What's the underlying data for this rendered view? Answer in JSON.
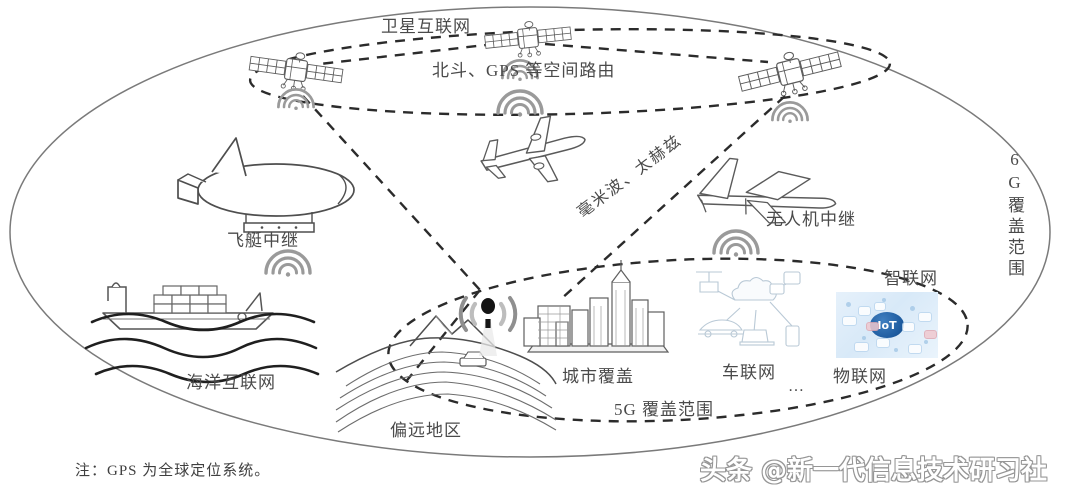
{
  "figure": {
    "title_implied": "6G 空天地海一体化网络覆盖示意图",
    "background": "#ffffff",
    "line_color": "#6f6f6f",
    "dash_color": "#2b2b2b",
    "accent_blue": "#1d5a9e",
    "panel_blue": "#dceaf8"
  },
  "labels": {
    "satellite_internet": "卫星互联网",
    "space_routing": "北斗、GPS 等空间路由",
    "mmwave_terahertz": "毫米波、太赫兹",
    "airship_relay": "飞艇中继",
    "uav_relay": "无人机中继",
    "ocean_internet": "海洋互联网",
    "remote_area": "偏远地区",
    "urban_coverage": "城市覆盖",
    "vehicle_network": "车联网",
    "iot_network": "物联网",
    "intelligent_network": "智联网",
    "ellipsis": "…",
    "coverage_5g": "5G 覆盖范围",
    "coverage_6g": "6G覆盖范围",
    "iot_core": "IoT"
  },
  "footer": {
    "note": "注：GPS 为全球定位系统。"
  },
  "watermark": {
    "text": "头条 @新一代信息技术研习社"
  },
  "icons": {
    "satellite_left": "satellite-icon",
    "satellite_top": "satellite-icon",
    "satellite_right": "satellite-icon",
    "airplane": "airplane-icon",
    "airship": "airship-icon",
    "uav": "uav-drone-icon",
    "ship": "cargo-ship-icon",
    "waves": "ocean-waves-icon",
    "cell_tower": "cell-tower-icon",
    "city": "city-skyline-icon",
    "farmland": "farmland-terrain-icon",
    "signal": "signal-waves-icon",
    "vehicle_cloud": "vehicle-network-cloud-icon"
  },
  "regions": {
    "outer_boundary": "6G coverage ellipse (solid thin outline)",
    "satellite_ellipse": "satellite layer dashed ellipse",
    "ground_ellipse": "5G coverage dashed ellipse"
  }
}
